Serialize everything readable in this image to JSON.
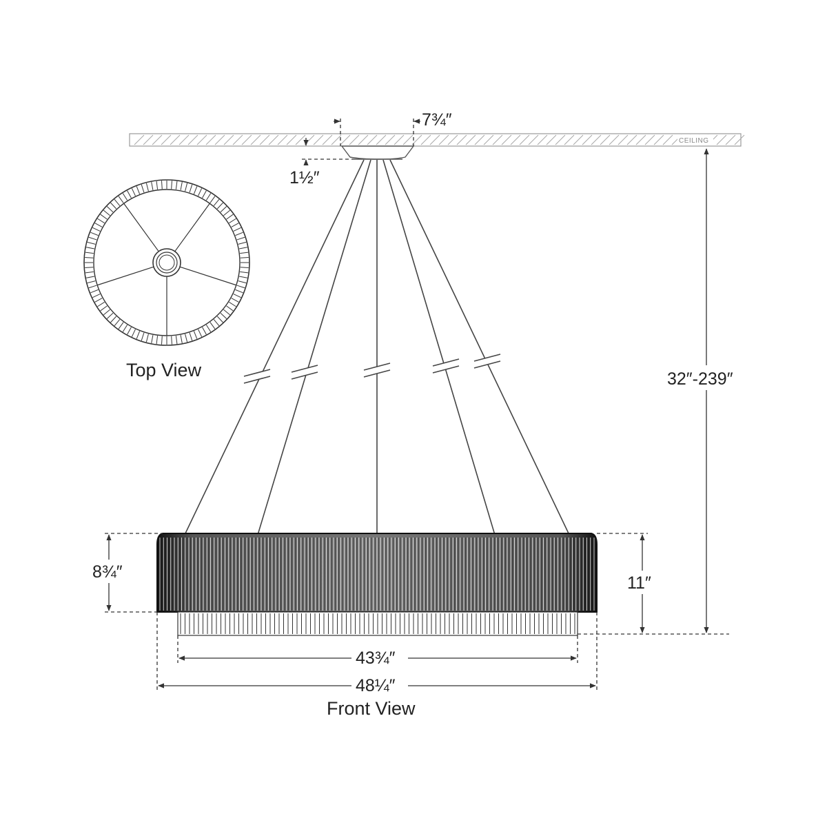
{
  "labels": {
    "ceiling": "CEILING",
    "canopy_width": "7¾″",
    "canopy_height": "1½″",
    "overall_height": "32″-239″",
    "top_view": "Top View",
    "front_view": "Front View",
    "shade_height": "8¾″",
    "fixture_height": "11″",
    "inner_width": "43¾″",
    "outer_width": "48¼″"
  },
  "colors": {
    "line": "#333333",
    "fill_dark": "#222222",
    "hatch": "#999999"
  }
}
